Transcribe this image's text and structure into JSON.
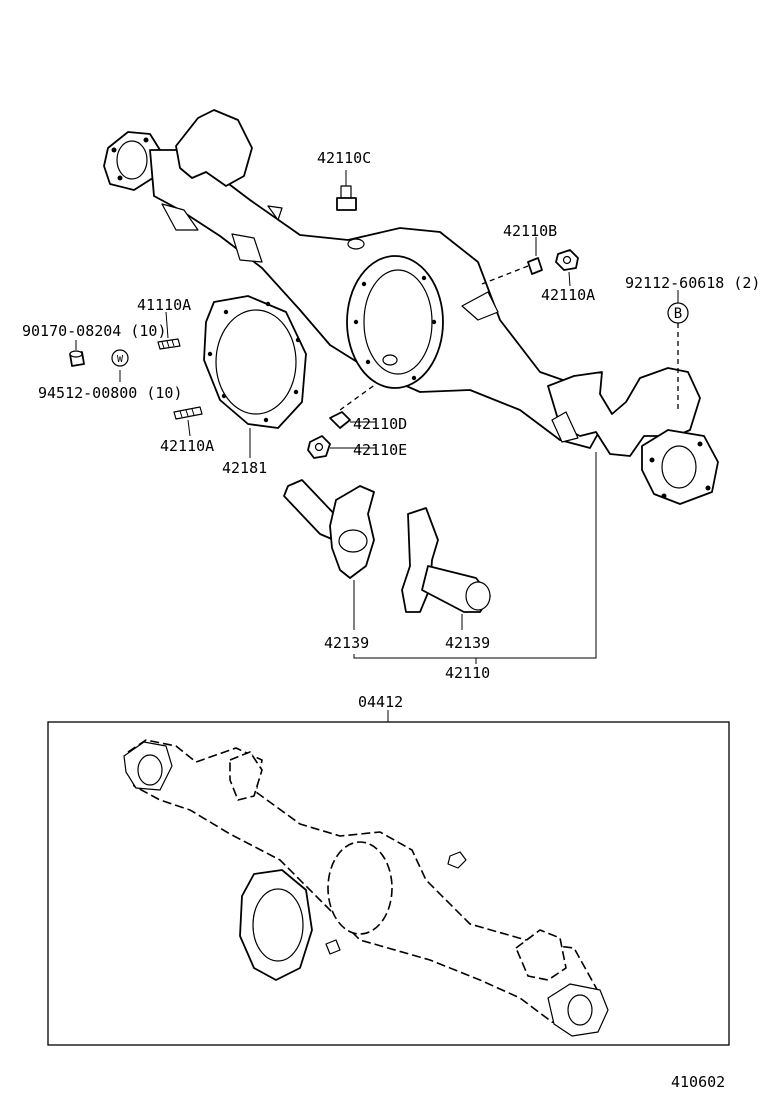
{
  "diagram": {
    "labels": {
      "p42110C": "42110C",
      "p42110B": "42110B",
      "p42110A_nut": "42110A",
      "p92112": "92112-60618 (2)",
      "p41110A": "41110A",
      "p90170": "90170-08204 (10)",
      "p94512": "94512-00800 (10)",
      "p42110A_stud": "42110A",
      "p42181": "42181",
      "p42110D": "42110D",
      "p42110E": "42110E",
      "p42139_left": "42139",
      "p42139_right": "42139",
      "p42110": "42110",
      "p04412": "04412",
      "figure_number": "410602"
    },
    "markers": {
      "b_marker": "B",
      "w_marker": "W"
    }
  }
}
